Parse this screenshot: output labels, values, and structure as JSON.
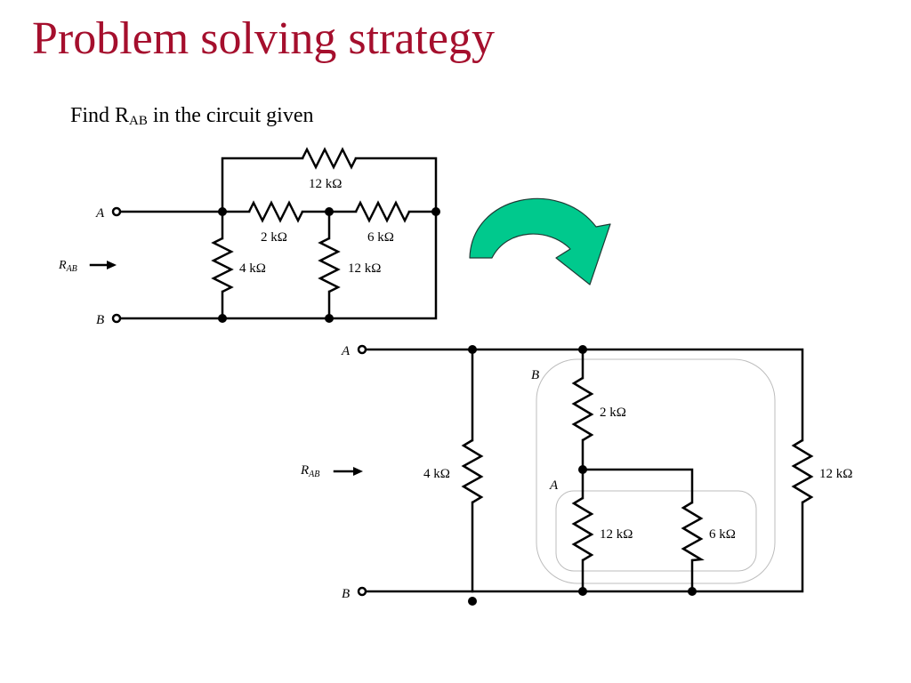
{
  "slide": {
    "title": "Problem solving strategy",
    "prompt_prefix": "Find R",
    "prompt_subscript": "AB",
    "prompt_suffix": " in the circuit given"
  },
  "circuit_original": {
    "terminal_a": "A",
    "terminal_b": "B",
    "r_label_main": "R",
    "r_label_sub": "AB",
    "resistors": {
      "r_top": "12 kΩ",
      "r_mid_left": "2 kΩ",
      "r_mid_right": "6 kΩ",
      "r_left_vertical": "4 kΩ",
      "r_center_vertical": "12 kΩ"
    }
  },
  "circuit_redrawn": {
    "terminal_a": "A",
    "terminal_b": "B",
    "node_b_label": "B",
    "node_a_label": "A",
    "r_label_main": "R",
    "r_label_sub": "AB",
    "resistors": {
      "r_4k": "4 kΩ",
      "r_2k": "2 kΩ",
      "r_12k_inner": "12 kΩ",
      "r_6k": "6 kΩ",
      "r_12k_outer": "12 kΩ"
    }
  },
  "arrow": {
    "color": "#00c98d",
    "icon": "curved-arrow-icon"
  }
}
